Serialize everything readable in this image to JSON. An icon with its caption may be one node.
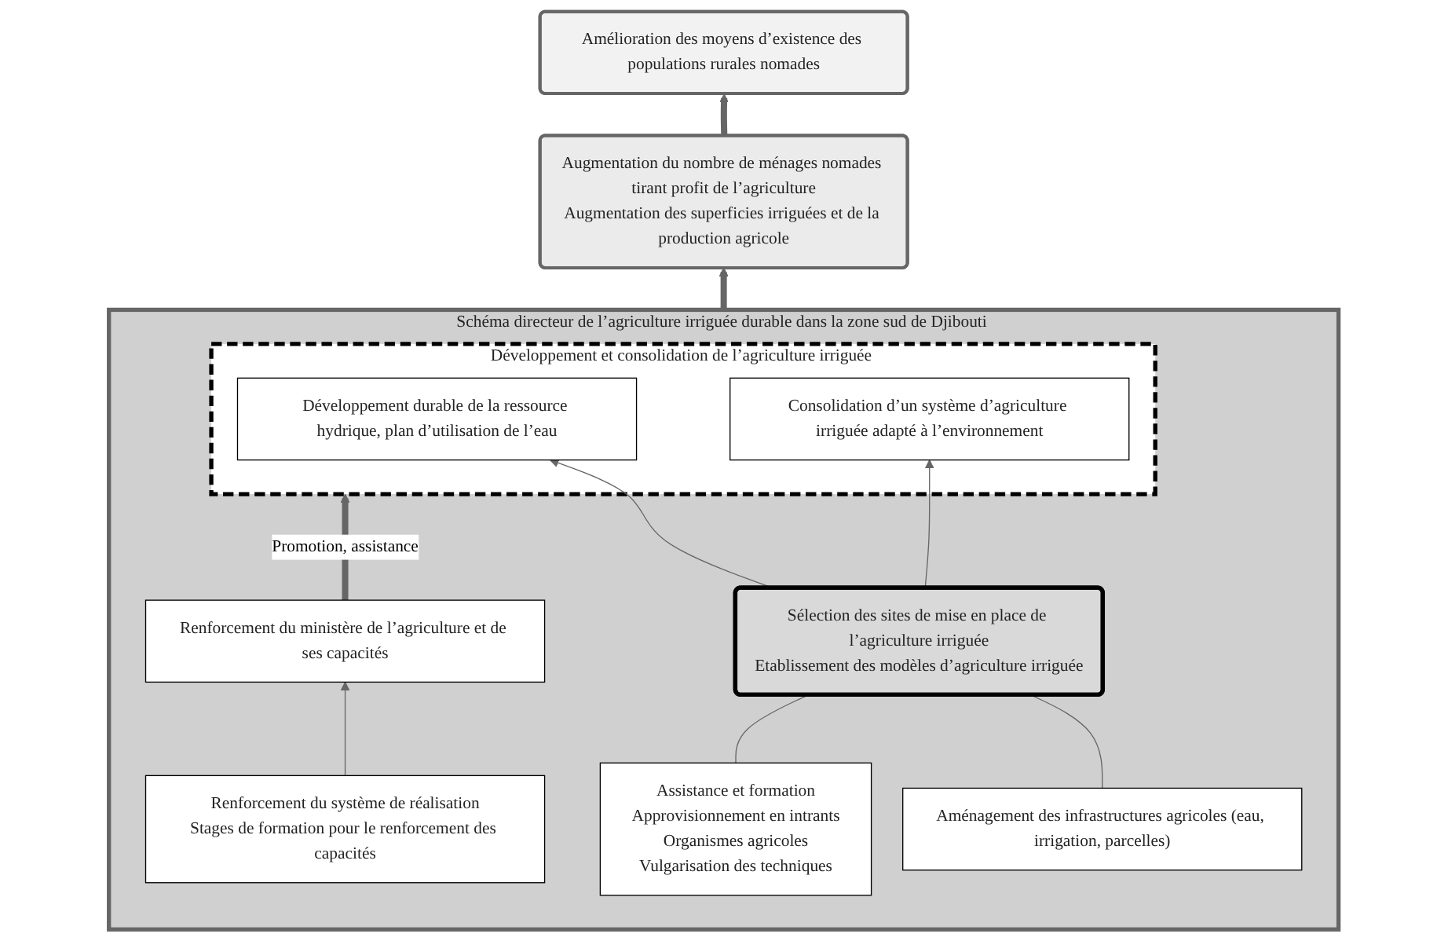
{
  "diagram": {
    "nodes": [
      {
        "text": [
          "Amélioration des moyens d’existence des populations rurales nomades"
        ]
      },
      {
        "text": [
          "Augmentation du nombre de ménages nomades tirant profit de l’agriculture",
          "Augmentation des superficies irriguées et de la production agricole"
        ]
      },
      {
        "text": [
          "Schéma directeur de l’agriculture irriguée durable dans la zone sud de Djibouti"
        ]
      },
      {
        "text": [
          "Développement et consolidation de l’agriculture irriguée"
        ],
        "in": 2
      },
      {
        "text": [
          "Développement durable de la ressource hydrique, plan d’utilisation de l’eau"
        ],
        "in": 3
      },
      {
        "text": [
          "Consolidation d’un système d’agriculture irriguée adapté à l’environnement"
        ],
        "in": 3
      },
      {
        "text": [
          "Sélection des sites de mise en place de l’agriculture irriguée",
          "Etablissement des modèles d’agriculture irriguée"
        ],
        "in": 2
      },
      {
        "text": [
          "Aménagement des infrastructures agricoles (eau, irrigation, parcelles)"
        ],
        "in": 2
      },
      {
        "text": [
          "Assistance et formation",
          "Approvisionnement en intrants",
          "Organismes agricoles",
          "Vulgarisation des techniques"
        ],
        "in": 2
      },
      {
        "text": [
          "Renforcement du ministère de l’agriculture et de ses capacités"
        ],
        "in": 2
      },
      {
        "text": [
          "Renforcement du système de réalisation",
          "Stages de formation pour le renforcement des capacités"
        ],
        "in": 2
      }
    ],
    "edges": [
      {
        "from": 1,
        "to": 0,
        "arrow": "to",
        "style": "thick",
        "color": "#666666"
      },
      {
        "from": 2,
        "to": 1,
        "arrow": "to",
        "style": "thick",
        "color": "#666666"
      },
      {
        "from": 6,
        "to": 4,
        "arrow": "to"
      },
      {
        "from": 6,
        "to": 5,
        "arrow": "to"
      },
      {
        "from": 7,
        "to": 6,
        "arrow": "none"
      },
      {
        "from": 8,
        "to": 6,
        "arrow": "none"
      },
      {
        "from": 9,
        "to": 3,
        "arrow": "to",
        "label": "Promotion, assistance",
        "style": "thick",
        "color": "#666666"
      },
      {
        "from": 10,
        "to": 9,
        "arrow": "to"
      }
    ]
  }
}
